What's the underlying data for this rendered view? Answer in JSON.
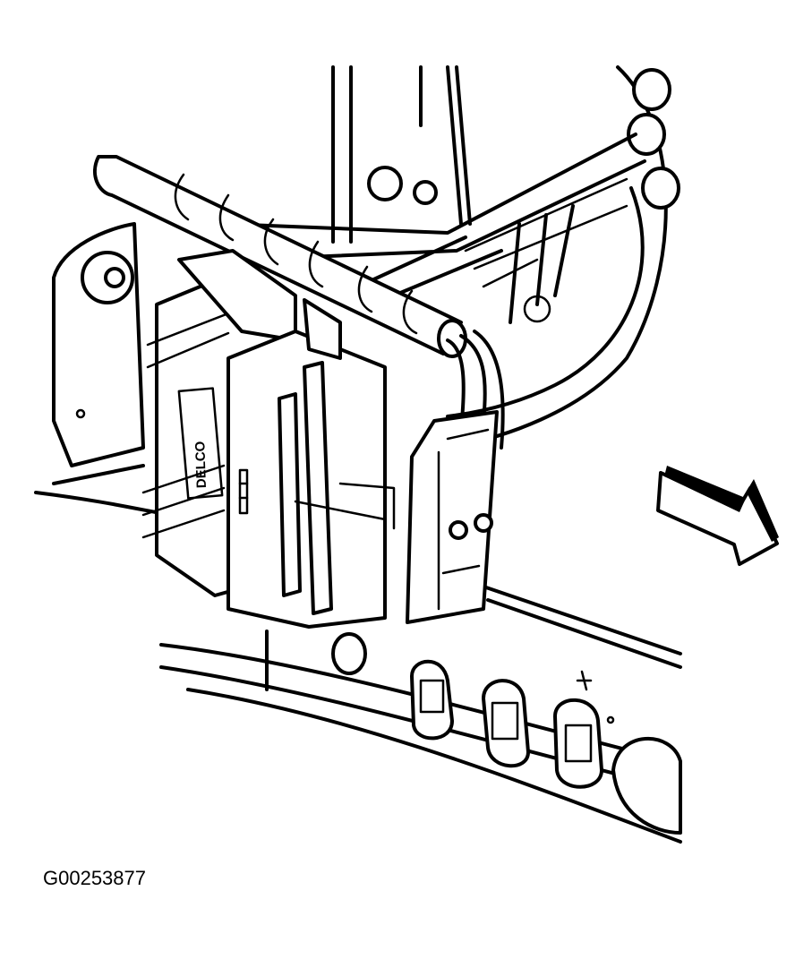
{
  "figure": {
    "id_label": "G00253877",
    "logo_text": "DELCO",
    "arrow_direction": "down-right"
  }
}
